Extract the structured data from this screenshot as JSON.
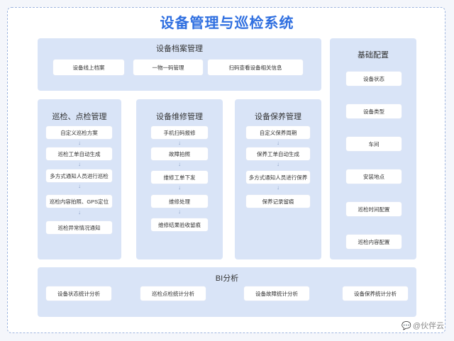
{
  "title": "设备管理与巡检系统",
  "archive": {
    "title": "设备档案管理",
    "items": [
      "设备线上档案",
      "一物一码管理",
      "扫码查看设备相关信息"
    ]
  },
  "basic": {
    "title": "基础配置",
    "items": [
      "设备状态",
      "设备类型",
      "车间",
      "安装地点",
      "巡检时间配置",
      "巡检内容配置"
    ]
  },
  "inspection": {
    "title": "巡检、点检管理",
    "items": [
      "自定义巡检方案",
      "巡检工单自动生成",
      "多方式通知人员进行巡检",
      "巡检内容拍照、GPS定位",
      "巡检异常情况通知"
    ]
  },
  "repair": {
    "title": "设备维修管理",
    "items": [
      "手机扫码报修",
      "故障拍照",
      "维修工单下发",
      "维修处理",
      "维修结果验收留痕"
    ]
  },
  "maintain": {
    "title": "设备保养管理",
    "items": [
      "自定义保养周期",
      "保养工单自动生成",
      "多方式通知人员进行保养",
      "保养记录留痕"
    ]
  },
  "bi": {
    "title": "BI分析",
    "items": [
      "设备状态统计分析",
      "巡检点检统计分析",
      "设备故障统计分析",
      "设备保养统计分析"
    ]
  },
  "watermark": "@伙伴云",
  "icons": {
    "arrow": "arrow-down-icon",
    "watermark": "chat-bubble-icon"
  },
  "colors": {
    "title": "#2f6fe0",
    "panel": "#d9e4f7",
    "box": "#ffffff"
  }
}
